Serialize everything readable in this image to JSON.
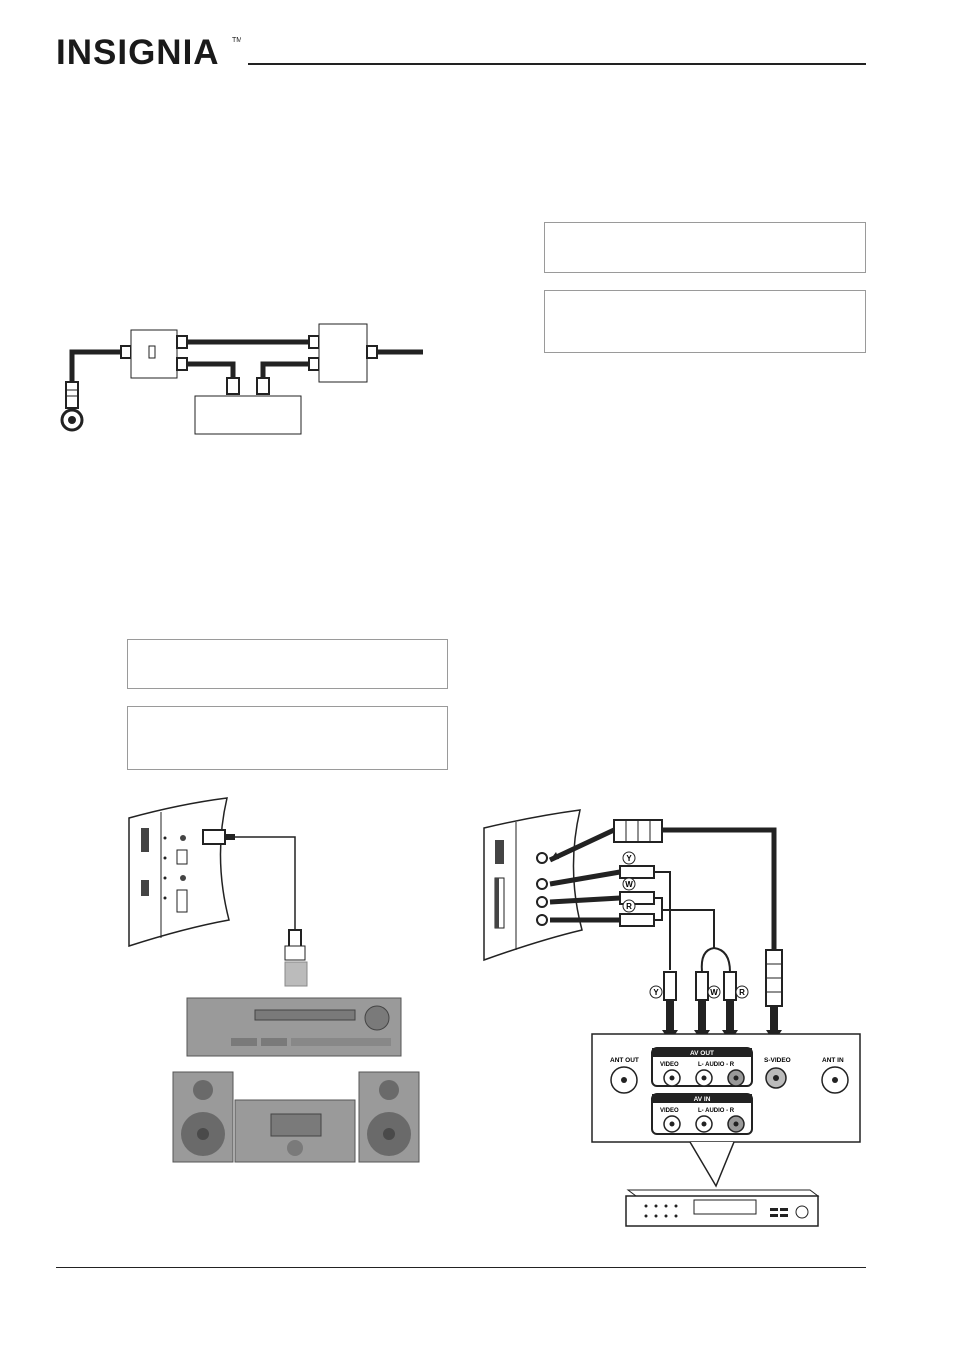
{
  "header": {
    "brand": "INSIGNIA",
    "trademark": "TM"
  },
  "vcr_diagram": {
    "av_out_title": "AV OUT",
    "av_in_title": "AV IN",
    "video_label": "VIDEO",
    "audio_label": "L- AUDIO - R",
    "ant_out_label": "ANT OUT",
    "ant_in_label": "ANT IN",
    "svideo_label": "S-VIDEO",
    "plug_y": "Y",
    "plug_w": "W",
    "plug_r": "R"
  },
  "colors": {
    "line": "#222222",
    "panel_gray": "#8a8a8a",
    "note_border": "#9a9a9a"
  }
}
